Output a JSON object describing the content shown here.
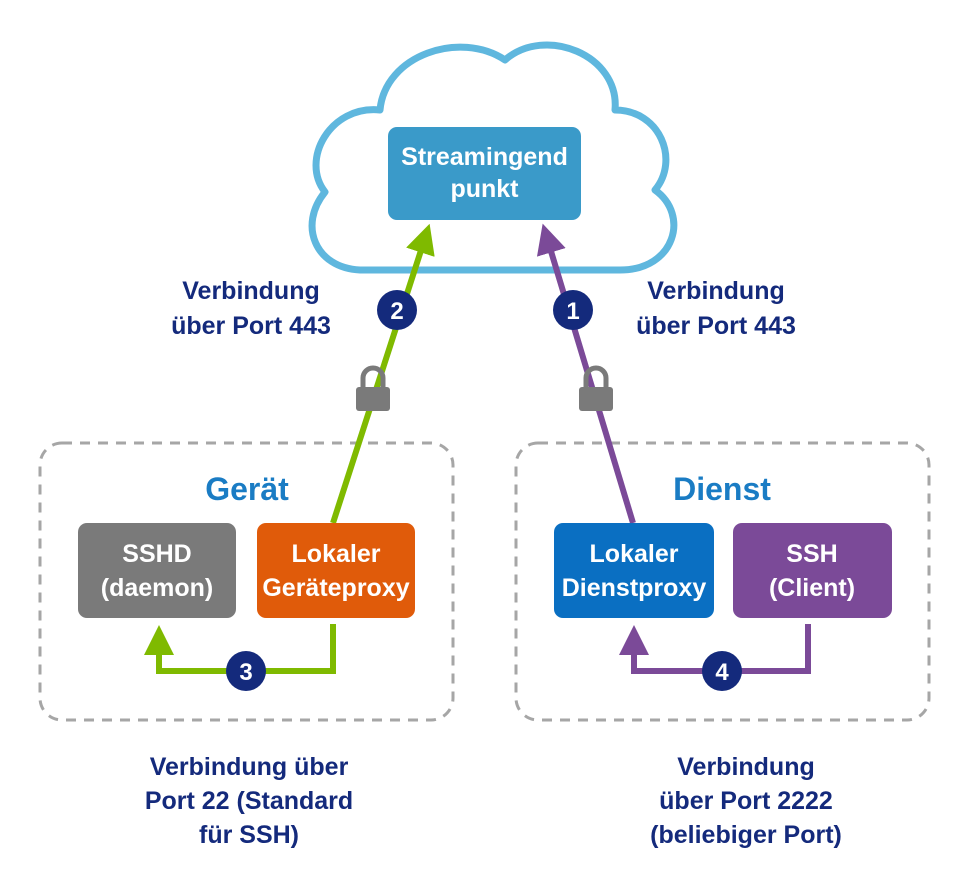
{
  "cloud": {
    "endpoint_line1": "Streamingend",
    "endpoint_line2": "punkt"
  },
  "left_group": {
    "title": "Gerät",
    "sshd_line1": "SSHD",
    "sshd_line2": "(daemon)",
    "proxy_line1": "Lokaler",
    "proxy_line2": "Geräteproxy"
  },
  "right_group": {
    "title": "Dienst",
    "proxy_line1": "Lokaler",
    "proxy_line2": "Dienstproxy",
    "ssh_line1": "SSH",
    "ssh_line2": "(Client)"
  },
  "steps": {
    "one": "1",
    "two": "2",
    "three": "3",
    "four": "4"
  },
  "labels": {
    "left_top_line1": "Verbindung",
    "left_top_line2": "über Port 443",
    "right_top_line1": "Verbindung",
    "right_top_line2": "über Port 443",
    "left_bottom_line1": "Verbindung über",
    "left_bottom_line2": "Port 22 (Standard",
    "left_bottom_line3": "für SSH)",
    "right_bottom_line1": "Verbindung",
    "right_bottom_line2": "über Port 2222",
    "right_bottom_line3": "(beliebiger Port)"
  },
  "colors": {
    "cloud_outline": "#5fb7de",
    "endpoint_box": "#3a9ac9",
    "sshd_box": "#7a7a7a",
    "device_proxy_box": "#e05b0a",
    "service_proxy_box": "#0a6fc2",
    "ssh_client_box": "#7b4a98",
    "green_line": "#7fba00",
    "purple_line": "#7b4a98",
    "step_badge": "#142a7c",
    "label_text": "#142a7c",
    "group_title": "#1a7cc4",
    "lock": "#7a7a7a",
    "dashed_border": "#a6a6a6"
  },
  "icons": {
    "lock_left": "lock-icon",
    "lock_right": "lock-icon"
  }
}
